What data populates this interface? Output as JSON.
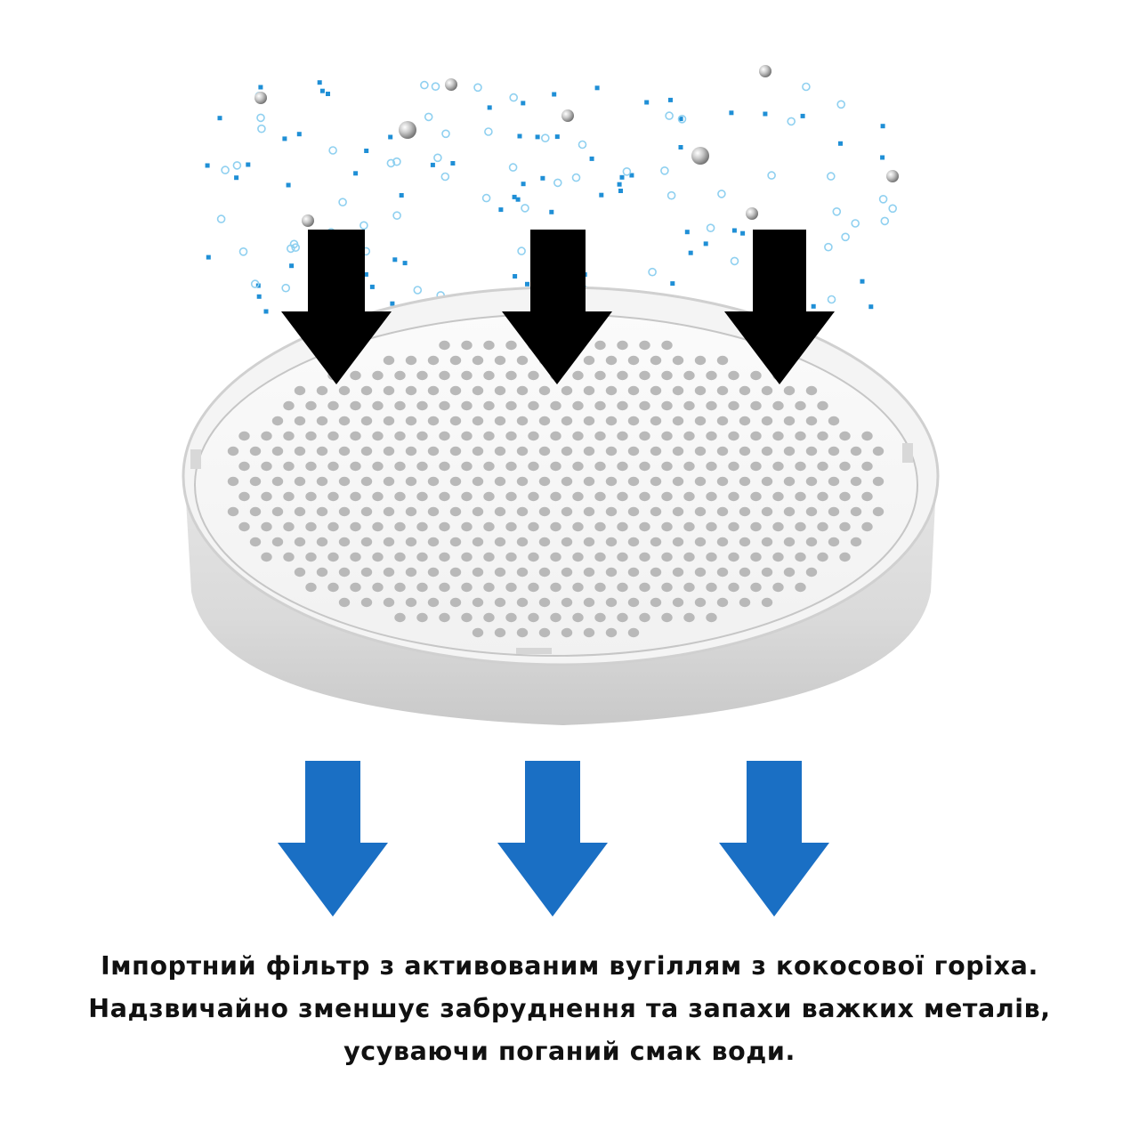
{
  "caption": {
    "line1": "Імпортний фільтр з активованим вугіллям з кокосової горіха.",
    "line2": "Надзвичайно зменшує забруднення та запахи важких металів,",
    "line3": "усуваючи поганий смак води."
  },
  "colors": {
    "background": "#ffffff",
    "inflow_arrow": "#000000",
    "outflow_arrow": "#1a6fc4",
    "particle_small": "#1f8fd6",
    "particle_bubble": "#8fd0f0",
    "particle_heavy": "#9a9a9a",
    "filter_body": "#f2f2f2",
    "filter_hole": "#b9b9b9",
    "caption_text": "#111111"
  },
  "icons": {
    "inflow": "arrow-down-icon",
    "outflow": "arrow-down-icon",
    "filter": "filter-disc-icon",
    "particle": "contaminant-particle-icon"
  }
}
